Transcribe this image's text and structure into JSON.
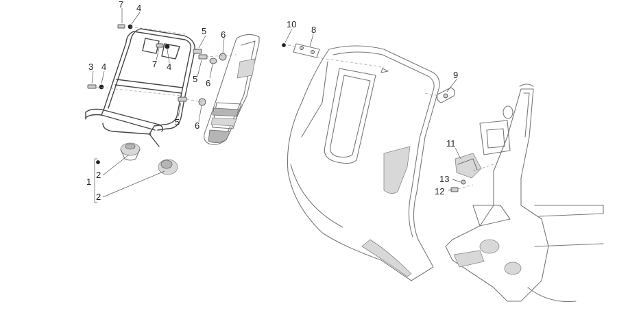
{
  "callouts": [
    {
      "id": "c7a",
      "text": "7"
    },
    {
      "id": "c4a",
      "text": "4"
    },
    {
      "id": "c5a",
      "text": "5"
    },
    {
      "id": "c6a",
      "text": "6"
    },
    {
      "id": "c10",
      "text": "10"
    },
    {
      "id": "c8",
      "text": "8"
    },
    {
      "id": "c3",
      "text": "3"
    },
    {
      "id": "c4b",
      "text": "4"
    },
    {
      "id": "c7b",
      "text": "7"
    },
    {
      "id": "c4c",
      "text": "4"
    },
    {
      "id": "c5b",
      "text": "5"
    },
    {
      "id": "c6b",
      "text": "6"
    },
    {
      "id": "c9",
      "text": "9"
    },
    {
      "id": "c5c",
      "text": "5"
    },
    {
      "id": "c6c",
      "text": "6"
    },
    {
      "id": "c11",
      "text": "11"
    },
    {
      "id": "c1",
      "text": "1"
    },
    {
      "id": "c2a",
      "text": "2"
    },
    {
      "id": "c2b",
      "text": "2"
    },
    {
      "id": "c13",
      "text": "13"
    },
    {
      "id": "c12",
      "text": "12"
    }
  ]
}
